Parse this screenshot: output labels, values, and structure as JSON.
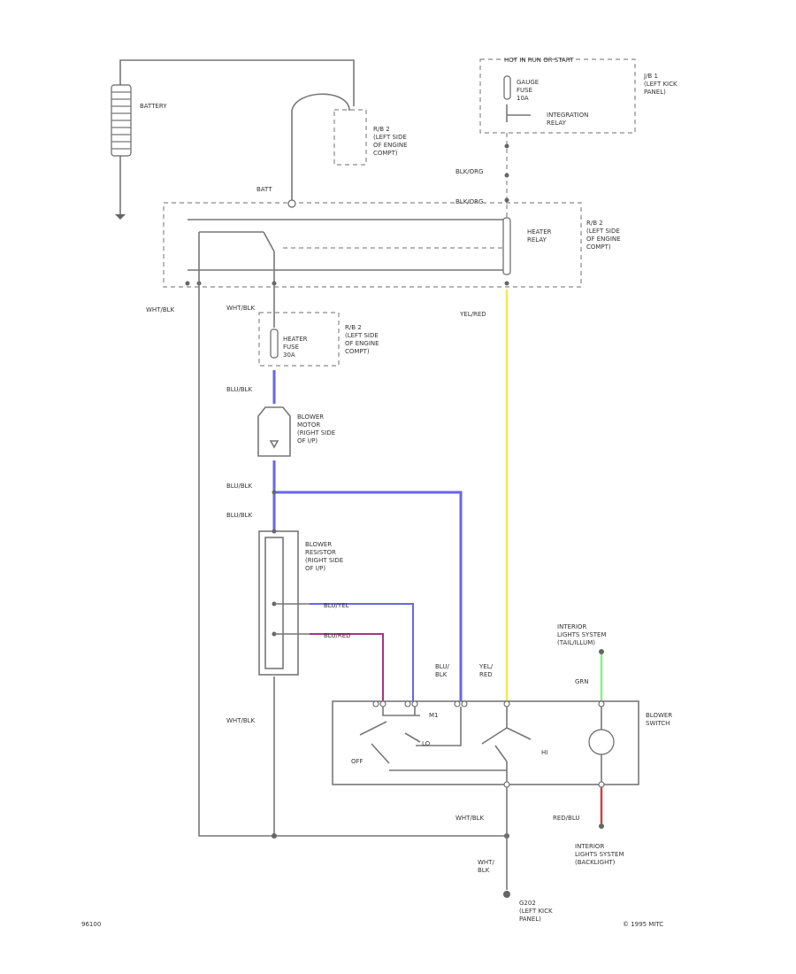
{
  "colors": {
    "blu_blk": "#6666ee",
    "yel_red": "#eeee44",
    "grn": "#88ee88",
    "red_blu": "#cc4444",
    "blu_red": "#aa3388",
    "wire": "#777777"
  },
  "labels": {
    "battery": "BATTERY",
    "battbatt": "BATT",
    "rb2_top": [
      "R/B 2",
      "(LEFT SIDE",
      "OF ENGINE",
      "COMPT)"
    ],
    "hot_in_run": "HOT IN RUN OR START",
    "gauge_fuse": [
      "GAUGE",
      "FUSE",
      "10A"
    ],
    "jb1": [
      "J/B 1",
      "(LEFT KICK",
      "PANEL)"
    ],
    "integration_relay": [
      "INTEGRATION",
      "RELAY"
    ],
    "blk_org_1": "BLK/ORG",
    "blk_org_2": "BLK/ORG",
    "heater_relay": [
      "HEATER",
      "RELAY"
    ],
    "rb2_relay": [
      "R/B 2",
      "(LEFT SIDE",
      "OF ENGINE",
      "COMPT)"
    ],
    "wht_blk_left": "WHT/BLK",
    "wht_blk_2": "WHT/BLK",
    "yel_red_1": "YEL/RED",
    "heater_fuse": [
      "HEATER",
      "FUSE",
      "30A"
    ],
    "rb2_fuse": [
      "R/B 2",
      "(LEFT SIDE",
      "OF ENGINE",
      "COMPT)"
    ],
    "blu_blk_1": "BLU/BLK",
    "blower_motor": [
      "BLOWER",
      "MOTOR",
      "(RIGHT SIDE",
      "OF I/P)"
    ],
    "blu_blk_2": "BLU/BLK",
    "blu_blk_3": "BLU/BLK",
    "blower_resistor": [
      "BLOWER",
      "RESISTOR",
      "(RIGHT SIDE",
      "OF I/P)"
    ],
    "blu_yel": "BLU/YEL",
    "blu_red": "BLU/RED",
    "wht_blk_3": "WHT/BLK",
    "blu_blk_4": [
      "BLU/",
      "BLK"
    ],
    "yel_red_2": [
      "YEL/",
      "RED"
    ],
    "interior_lights_top": [
      "INTERIOR",
      "LIGHTS SYSTEM",
      "(TAIL/ILLUM)"
    ],
    "grn": "GRN",
    "blower_switch": [
      "BLOWER",
      "SWITCH"
    ],
    "off": "OFF",
    "lo": "LO",
    "m1": "M1",
    "hi": "HI",
    "wht_blk_4": "WHT/BLK",
    "red_blu": "RED/BLU",
    "interior_lights_bottom": [
      "INTERIOR",
      "LIGHTS SYSTEM",
      "(BACKLIGHT)"
    ],
    "wht_blk_5": [
      "WHT/",
      "BLK"
    ],
    "g202": [
      "G202",
      "(LEFT KICK",
      "PANEL)"
    ],
    "page_code": "96100",
    "copyright": "© 1995 MITC"
  }
}
